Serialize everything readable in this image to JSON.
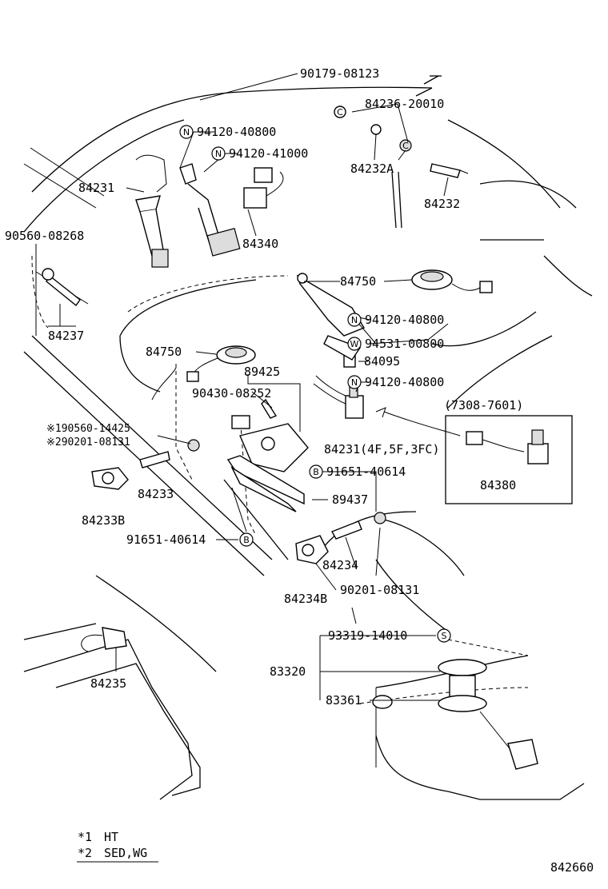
{
  "labels": {
    "p90179": "90179-08123",
    "p84236": "84236-20010",
    "p94120a": "94120-40800",
    "p94120b": "94120-41000",
    "p84232A": "84232A",
    "p84232": "84232",
    "p84231a": "84231",
    "p84340": "84340",
    "p90560": "90560-08268",
    "p84237": "84237",
    "p84750a": "84750",
    "p94120c": "94120-40800",
    "p94531": "94531-00800",
    "p84095": "84095",
    "p94120d": "94120-40800",
    "p84750b": "84750",
    "p89425": "89425",
    "p90430": "90430-08252",
    "pNote1": "※190560-14425",
    "pNote2": "※290201-08131",
    "p84233": "84233",
    "p84233B": "84233B",
    "p84231b": "84231(4F,5F,3FC)",
    "p91651a": "91651-40614",
    "p89437": "89437",
    "p91651b": "91651-40614",
    "p84234": "84234",
    "p84234B": "84234B",
    "p90201": "90201-08131",
    "p93319": "93319-14010",
    "p83320": "83320",
    "p83361": "83361",
    "p84235": "84235",
    "p84380": "84380",
    "inset_title": "(7308-7601)"
  },
  "symbols": {
    "N": "N",
    "W": "W",
    "B": "B",
    "S": "S",
    "C": "C"
  },
  "legend": [
    {
      "mark": "*1",
      "text": "HT"
    },
    {
      "mark": "*2",
      "text": "SED,WG"
    }
  ],
  "figure_id": "842660"
}
